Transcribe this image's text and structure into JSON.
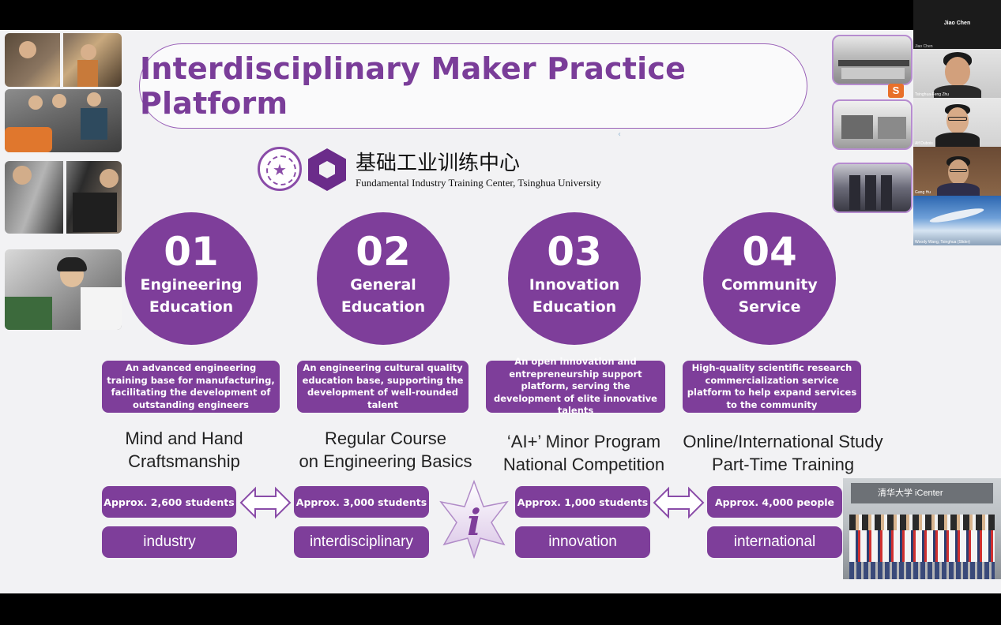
{
  "slide": {
    "title": "Interdisciplinary Maker Practice Platform",
    "center_name_cn": "基础工业训练中心",
    "center_name_en": "Fundamental Industry Training Center, Tsinghua University"
  },
  "pillars": [
    {
      "number": "01",
      "title_line1": "Engineering",
      "title_line2": "Education",
      "description": "An advanced engineering training base for manufacturing, facilitating the development of outstanding engineers",
      "course_line1": "Mind and Hand",
      "course_line2": "Craftsmanship",
      "count": "Approx. 2,600 students",
      "keyword": "industry"
    },
    {
      "number": "02",
      "title_line1": "General",
      "title_line2": "Education",
      "description": "An engineering cultural quality education base, supporting the development of well-rounded talent",
      "course_line1": "Regular Course",
      "course_line2": "on Engineering Basics",
      "count": "Approx. 3,000 students",
      "keyword": "interdisciplinary"
    },
    {
      "number": "03",
      "title_line1": "Innovation",
      "title_line2": "Education",
      "description": "An open innovation and entrepreneurship support platform, serving the development of elite innovative talents",
      "course_line1": "‘AI+’ Minor Program",
      "course_line2": "National Competition",
      "count": "Approx. 1,000 students",
      "keyword": "innovation"
    },
    {
      "number": "04",
      "title_line1": "Community",
      "title_line2": "Service",
      "description": "High-quality scientific research commercialization service platform to help expand services to the community",
      "course_line1": "Online/International Study",
      "course_line2": "Part-Time Training",
      "count": "Approx. 4,000 people",
      "keyword": "international"
    }
  ],
  "center_badge": {
    "letter": "i"
  },
  "photo_sign": "清华大学 iCenter",
  "video_call": {
    "active_speaker": "Jiao Chen",
    "participants": [
      {
        "name": "Jiao Chen"
      },
      {
        "name": "Tsinghua-Feng Zhu"
      },
      {
        "name": "Alf Dubois"
      },
      {
        "name": "Gang Hu"
      },
      {
        "name": "Woody Wang, Tsinghua (Slider)"
      }
    ]
  },
  "colors": {
    "primary_purple": "#7e3e9a",
    "title_purple": "#7a3d99",
    "slide_background": "#f2f2f4"
  },
  "icons": [
    "tsinghua-seal-icon",
    "icenter-hexagon-logo-icon",
    "double-arrow-icon",
    "i-star-badge-icon"
  ]
}
